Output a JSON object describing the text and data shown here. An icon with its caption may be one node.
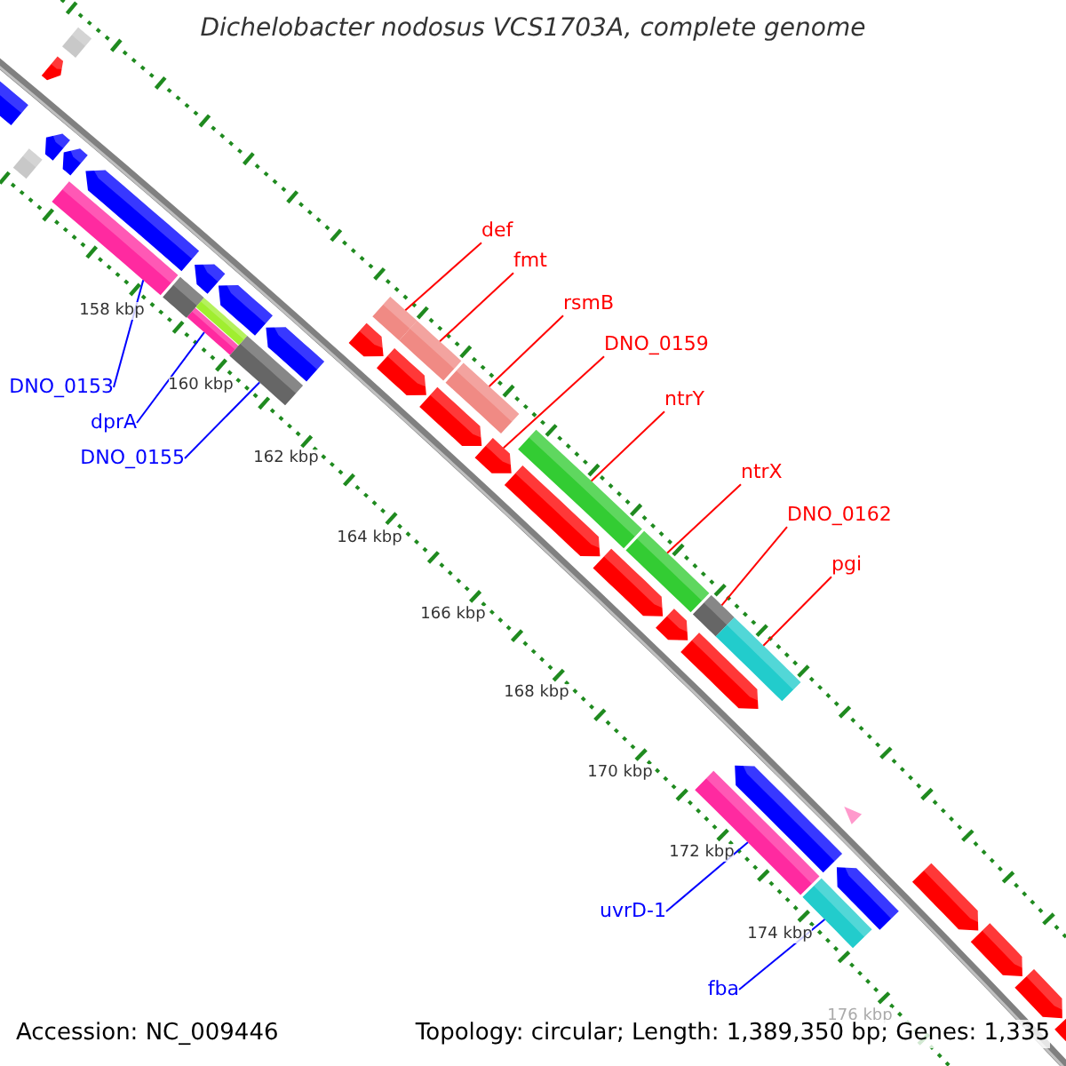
{
  "diagram": {
    "title": "Dichelobacter nodosus VCS1703A, complete genome",
    "nodes": [
      {
        "text": [
          "def"
        ]
      },
      {
        "text": [
          "fmt"
        ]
      },
      {
        "text": [
          "rsmB"
        ]
      },
      {
        "text": [
          "DNO_0159"
        ]
      },
      {
        "text": [
          "DNO_0153"
        ]
      },
      {
        "text": [
          "ntrY"
        ]
      },
      {
        "text": [
          "dprA"
        ]
      },
      {
        "text": [
          "DNO_0155"
        ]
      },
      {
        "text": [
          "ntrX"
        ]
      },
      {
        "text": [
          "DNO_0162"
        ]
      },
      {
        "text": [
          "pgi"
        ]
      },
      {
        "text": [
          "uvrD-1"
        ]
      },
      {
        "text": [
          "fba"
        ]
      },
      {
        "text": [],
        "shape": "box"
      },
      {
        "text": [],
        "shape": "box"
      },
      {
        "text": [],
        "shape": "box"
      },
      {
        "text": [],
        "shape": "arrow"
      },
      {
        "text": [],
        "shape": "box"
      },
      {
        "text": [],
        "shape": "box"
      },
      {
        "text": [],
        "shape": "box"
      },
      {
        "text": [],
        "shape": "box"
      },
      {
        "text": [],
        "shape": "box"
      },
      {
        "text": [],
        "shape": "box"
      },
      {
        "text": [],
        "shape": "box"
      },
      {
        "text": [],
        "shape": "box"
      },
      {
        "text": [],
        "shape": "box"
      },
      {
        "text": [],
        "shape": "box"
      },
      {
        "text": [],
        "shape": "arrow"
      },
      {
        "text": [],
        "shape": "arrow"
      },
      {
        "text": [],
        "shape": "arrow"
      },
      {
        "text": [],
        "shape": "arrow"
      },
      {
        "text": [],
        "shape": "arrow"
      },
      {
        "text": [],
        "shape": "arrow"
      },
      {
        "text": [],
        "shape": "arrow"
      },
      {
        "text": [],
        "shape": "arrow"
      },
      {
        "text": [],
        "shape": "arrow"
      },
      {
        "text": [],
        "shape": "arrow"
      },
      {
        "text": [],
        "shape": "arrow"
      },
      {
        "text": [],
        "shape": "arrow"
      },
      {
        "text": [],
        "shape": "arrow"
      },
      {
        "text": [],
        "shape": "arrow"
      },
      {
        "text": [],
        "shape": "arrow"
      },
      {
        "text": [],
        "shape": "arrow"
      },
      {
        "text": [],
        "shape": "arrow"
      },
      {
        "text": [],
        "shape": "arrow"
      },
      {
        "text": [],
        "shape": "arrow"
      },
      {
        "text": [],
        "shape": "arrow"
      },
      {
        "text": [],
        "shape": "arrow"
      },
      {
        "text": [],
        "shape": "box"
      },
      {
        "text": [],
        "shape": "box"
      },
      {
        "text": [],
        "shape": "box"
      },
      {
        "text": [],
        "shape": "triangle"
      }
    ],
    "edges": [
      {
        "from": 0,
        "to": 13,
        "arrow": "none"
      },
      {
        "from": 1,
        "to": 14,
        "arrow": "none"
      },
      {
        "from": 2,
        "to": 15,
        "arrow": "none"
      },
      {
        "from": 3,
        "to": 16,
        "arrow": "none"
      },
      {
        "from": 4,
        "to": 21,
        "arrow": "none",
        "color": "#0000ff"
      },
      {
        "from": 5,
        "to": 17,
        "arrow": "none"
      },
      {
        "from": 6,
        "to": 22,
        "arrow": "none",
        "color": "#0000ff"
      },
      {
        "from": 7,
        "to": 23,
        "arrow": "none",
        "color": "#0000ff"
      },
      {
        "from": 8,
        "to": 18,
        "arrow": "none"
      },
      {
        "from": 9,
        "to": 19,
        "arrow": "none"
      },
      {
        "from": 10,
        "to": 20,
        "arrow": "none"
      },
      {
        "from": 11,
        "to": 24,
        "arrow": "none",
        "color": "#0000ff"
      },
      {
        "from": 12,
        "to": 25,
        "arrow": "none",
        "color": "#0000ff"
      }
    ],
    "labels": [
      "158 kbp",
      "160 kbp",
      "162 kbp",
      "164 kbp",
      "166 kbp",
      "168 kbp",
      "170 kbp",
      "172 kbp",
      "174 kbp",
      "176 kbp",
      "Accession: NC_009446",
      "Topology: circular; Length: 1,389,350 bp; Genes: 1,335"
    ]
  }
}
